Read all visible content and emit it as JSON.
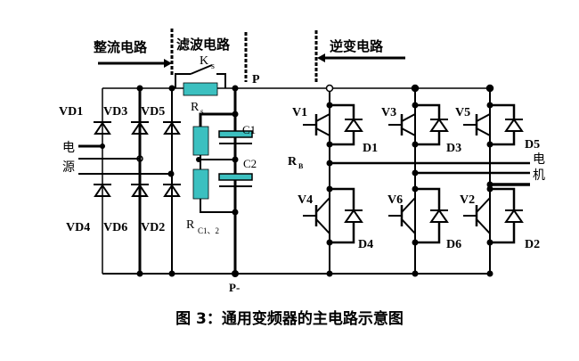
{
  "sections": {
    "rectifier": "整流电路",
    "filter": "滤波电路",
    "inverter": "逆变电路"
  },
  "labels": {
    "switch": "K",
    "switch_sub": "s",
    "node_p": "P",
    "node_pn": "P-",
    "rs": "R",
    "rs_sub": "s",
    "rc": "R",
    "rc_sub": "C1、2",
    "c1": "C1",
    "c2": "C2",
    "rb": "R",
    "rb_sub": "B",
    "source_1": "电",
    "source_2": "源",
    "motor_1": "电",
    "motor_2": "机"
  },
  "rectifier_diodes": {
    "top": [
      "VD1",
      "VD3",
      "VD5"
    ],
    "bottom": [
      "VD4",
      "VD6",
      "VD2"
    ]
  },
  "inverter": {
    "top_transistors": [
      "V1",
      "V3",
      "V5"
    ],
    "top_diodes": [
      "D1",
      "D3",
      "D5"
    ],
    "bottom_transistors": [
      "V4",
      "V6",
      "V2"
    ],
    "bottom_diodes": [
      "D4",
      "D6",
      "D2"
    ]
  },
  "colors": {
    "component_fill": "#3cc0c0",
    "wire": "#000000"
  },
  "caption": "图 3：通用变频器的主电路示意图"
}
